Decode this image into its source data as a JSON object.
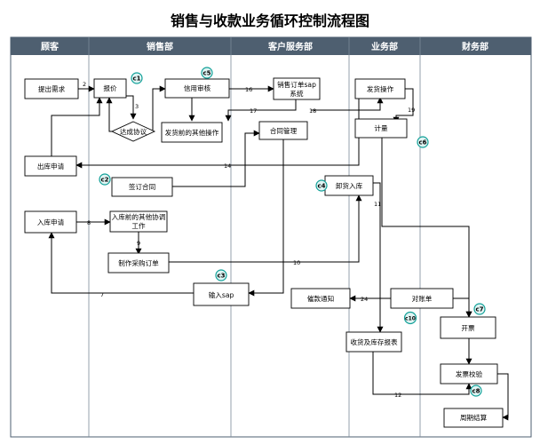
{
  "title": "销售与收款业务循环控制流程图",
  "lanes": [
    "顾客",
    "销售部",
    "客户服务部",
    "业务部",
    "财务部"
  ],
  "nodes": {
    "tichu_xuqiu": "提出需求",
    "baojia": "报价",
    "dacheng_xieyi": "达成协议",
    "xinyong_shenhe": "信用审核",
    "xiaoshou_dingdan": [
      "销售订单sap",
      "系统"
    ],
    "fahuo_qian": "发货前的其他操作",
    "hetong_guanli": "合同管理",
    "fahuo_caozuo": "发货操作",
    "jiliang": "计量",
    "chuku_shenqing": "出库申请",
    "qianding_hetong": "签订合同",
    "xiehuo_ruku": "卸货入库",
    "ruku_shenqing": "入库申请",
    "ruku_xietiao": [
      "入库前的其他协调",
      "工作"
    ],
    "zhizuo_caigou": "制作采购订单",
    "shuru_sap": "输入sap",
    "cuikuan_tongzhi": "催款通知",
    "duizhang_dan": "对账单",
    "kaipiao": "开票",
    "shouhuo_baobiao": "收货及库存报表",
    "fapiao_jiaoyan": "发票校验"
  },
  "edge_labels": [
    "2",
    "3",
    "16",
    "17",
    "18",
    "19",
    "14",
    "11",
    "8",
    "9",
    "10",
    "7",
    "24",
    "12"
  ],
  "badges": [
    "c1",
    "c5",
    "c2",
    "c4",
    "c6",
    "c3",
    "c7",
    "c10",
    "c8"
  ],
  "colors": {
    "lane_header": "#4e5f70",
    "badge": "#11a098",
    "badge_fill": "#e0f4f3"
  }
}
